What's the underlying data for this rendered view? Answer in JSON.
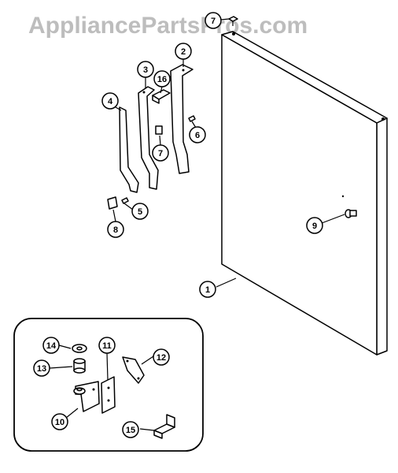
{
  "watermark": "AppliancePartsPros.com",
  "callouts": [
    {
      "label": "1"
    },
    {
      "label": "2"
    },
    {
      "label": "3"
    },
    {
      "label": "4"
    },
    {
      "label": "5"
    },
    {
      "label": "6"
    },
    {
      "label": "7"
    },
    {
      "label": "7"
    },
    {
      "label": "8"
    },
    {
      "label": "9"
    },
    {
      "label": "10"
    },
    {
      "label": "11"
    },
    {
      "label": "12"
    },
    {
      "label": "13"
    },
    {
      "label": "14"
    },
    {
      "label": "15"
    },
    {
      "label": "16"
    }
  ]
}
